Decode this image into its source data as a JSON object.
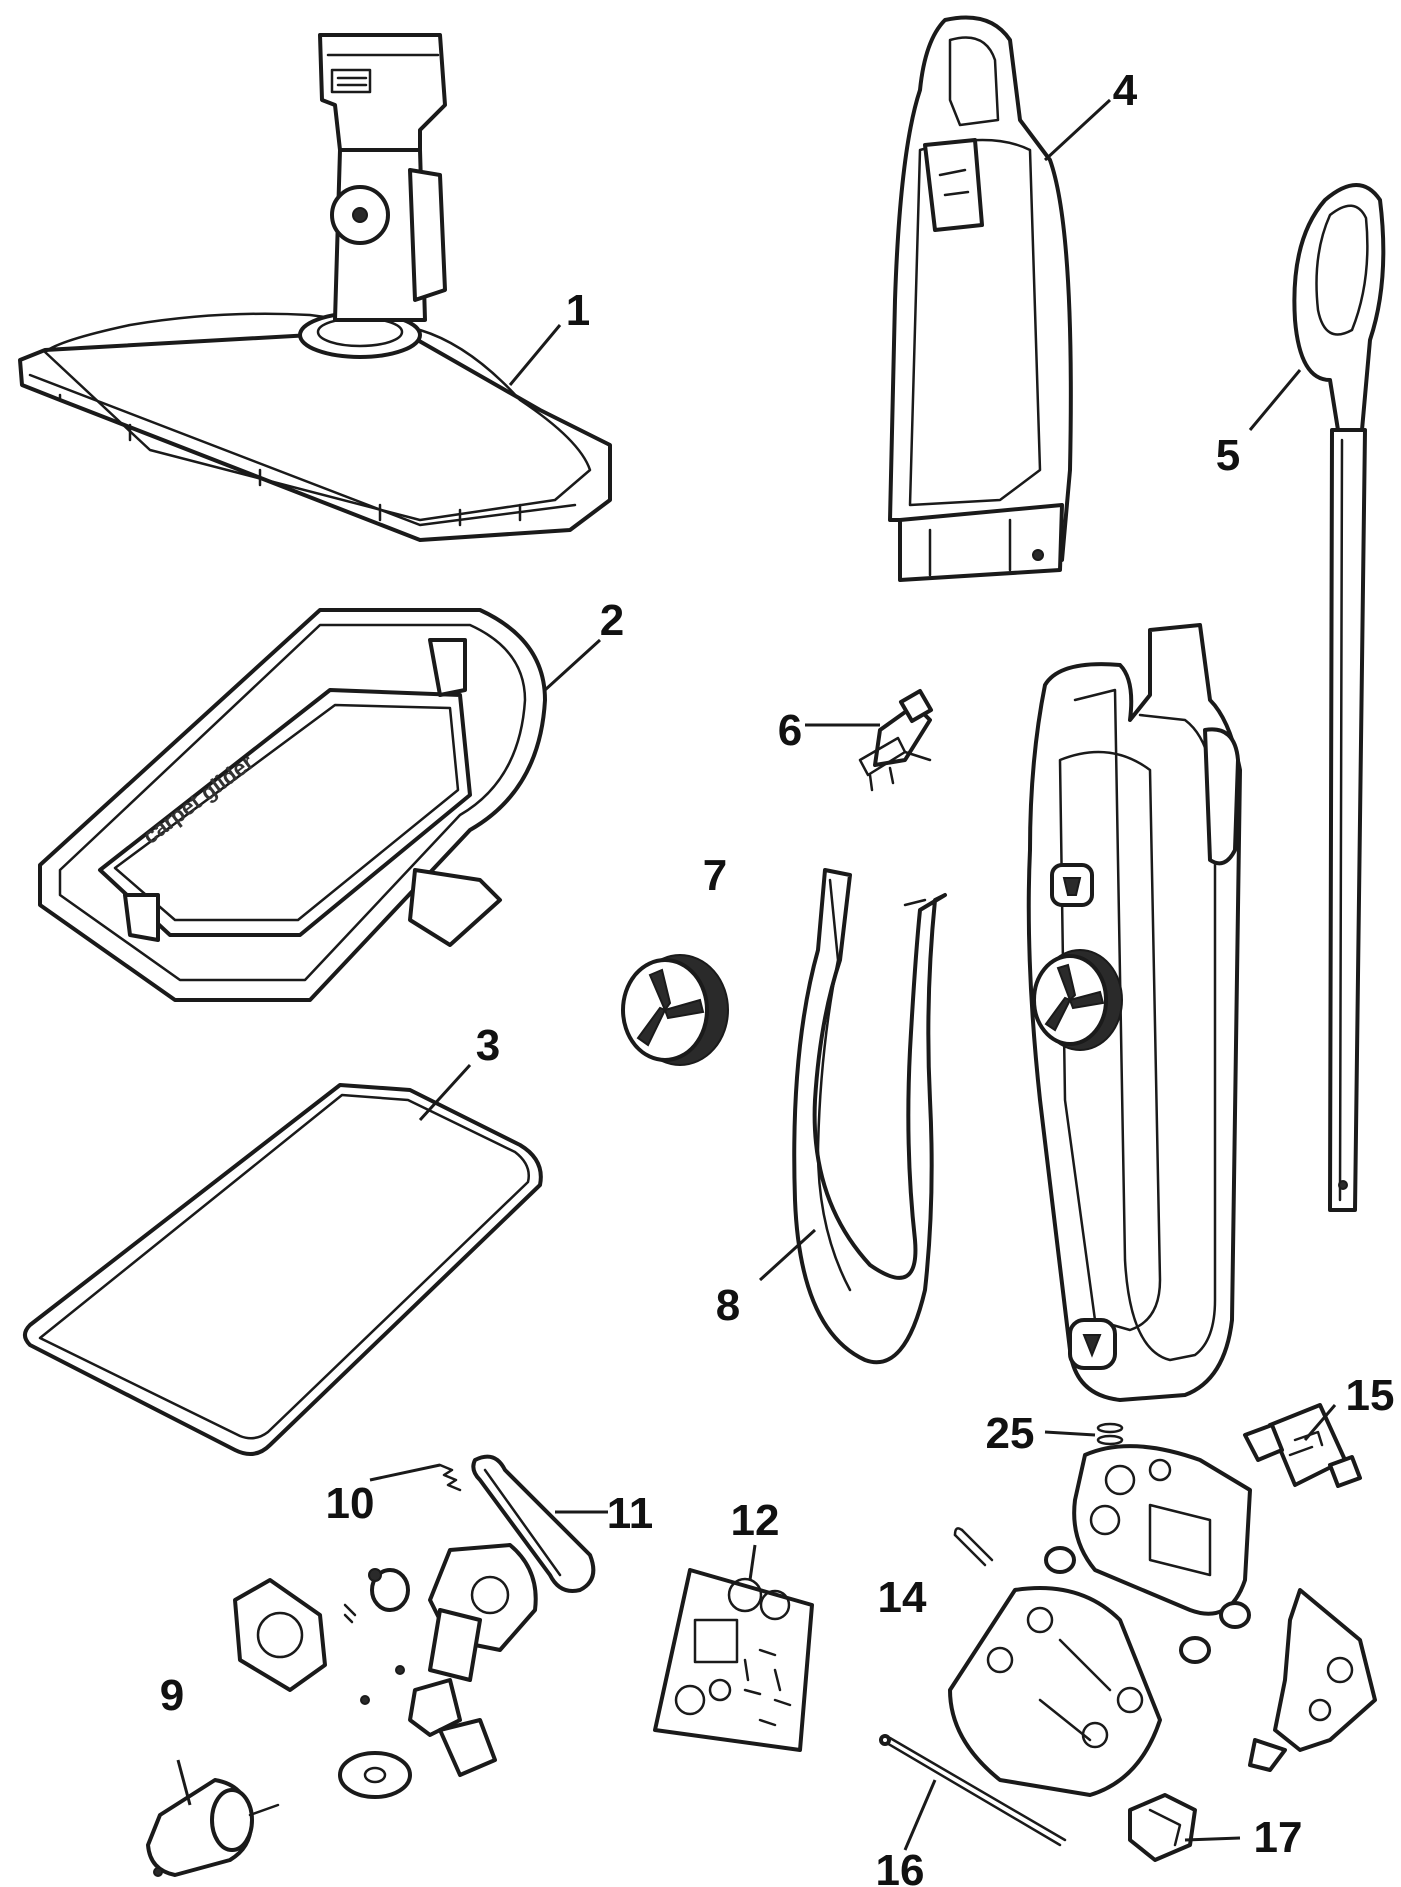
{
  "diagram": {
    "parts": [
      {
        "id": "1",
        "label": "1",
        "icon": "mop-head-icon"
      },
      {
        "id": "2",
        "label": "2",
        "icon": "carpet-glider-icon"
      },
      {
        "id": "3",
        "label": "3",
        "icon": "mop-pad-icon"
      },
      {
        "id": "4",
        "label": "4",
        "icon": "water-tank-icon"
      },
      {
        "id": "5",
        "label": "5",
        "icon": "handle-pole-icon"
      },
      {
        "id": "6",
        "label": "6",
        "icon": "switch-icon"
      },
      {
        "id": "7",
        "label": "7",
        "icon": "steam-dial-icon"
      },
      {
        "id": "8",
        "label": "8",
        "icon": "trim-strip-icon"
      },
      {
        "id": "9",
        "label": "9",
        "icon": "pump-motor-icon"
      },
      {
        "id": "10",
        "label": "10",
        "icon": "spring-icon"
      },
      {
        "id": "11",
        "label": "11",
        "icon": "hose-icon"
      },
      {
        "id": "12",
        "label": "12",
        "icon": "circuit-board-icon"
      },
      {
        "id": "14",
        "label": "14",
        "icon": "clip-icon"
      },
      {
        "id": "15",
        "label": "15",
        "icon": "valve-icon"
      },
      {
        "id": "16",
        "label": "16",
        "icon": "rod-icon"
      },
      {
        "id": "17",
        "label": "17",
        "icon": "connector-icon"
      },
      {
        "id": "25",
        "label": "25",
        "icon": "o-ring-icon"
      }
    ],
    "glider_text": "carpet glider"
  }
}
